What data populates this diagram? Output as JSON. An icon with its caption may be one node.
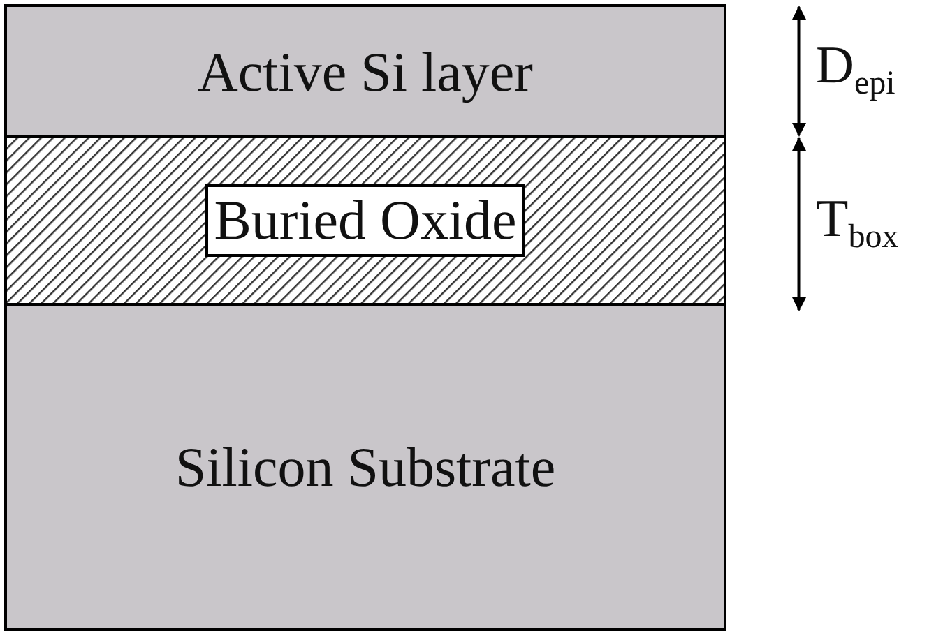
{
  "diagram": {
    "nodes": [
      {
        "text": [
          "Active Si layer"
        ]
      },
      {
        "text": [
          "Buried Oxide"
        ]
      },
      {
        "text": [
          "Silicon Substrate"
        ]
      }
    ],
    "labels": [
      "D$_{epi}$",
      "T$_{box}$"
    ]
  }
}
